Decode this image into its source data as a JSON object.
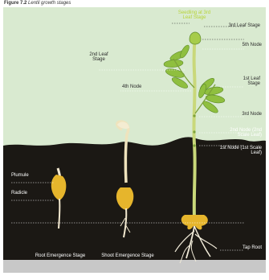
{
  "figure": {
    "number": "Figure 7.2",
    "caption": "Lentil growth stages"
  },
  "labels": {
    "seedling": "Seedling at 3rd Leaf Stage",
    "third_leaf": "3rd Leaf Stage",
    "fifth_node": "5th Node",
    "second_leaf": "2nd Leaf Stage",
    "fourth_node": "4th Node",
    "first_leaf": "1st Leaf Stage",
    "third_node": "3rd Node",
    "second_node": "2nd Node (2nd Scale Leaf)",
    "first_node": "1st Node (1st Scale Leaf)",
    "plumule": "Plumule",
    "radicle": "Radicle",
    "tap_root": "Tap Root",
    "root_emergence": "Root Emergence Stage",
    "shoot_emergence": "Shoot Emergence Stage"
  },
  "colors": {
    "soil": "#1b1814",
    "sky": "#d9ead0",
    "leaf": "#8fbf3f",
    "stem": "#c9d87a",
    "seed": "#e6b52c",
    "root": "#f0ead8"
  }
}
